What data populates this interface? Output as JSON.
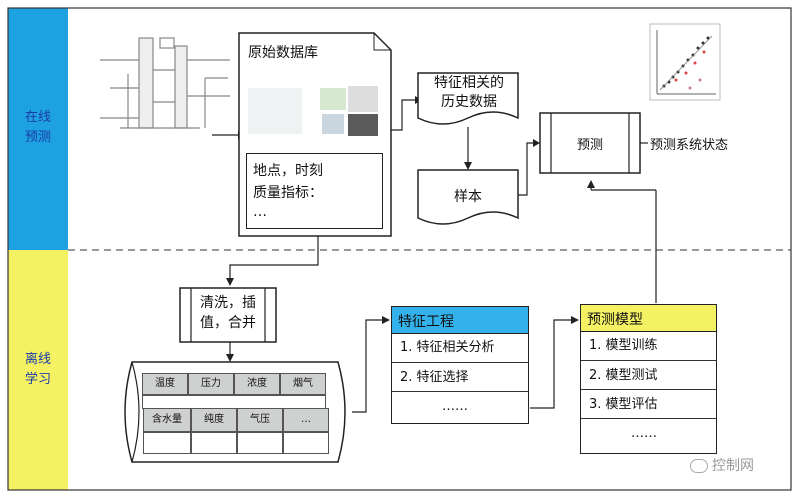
{
  "side": {
    "online": "在线\n预测",
    "offline": "离线\n学习"
  },
  "db": {
    "title": "原始数据库",
    "body": [
      "地点，时刻",
      "质量指标：",
      "…"
    ]
  },
  "hist": {
    "label": "特征相关的\n历史数据"
  },
  "sample": {
    "label": "样本"
  },
  "predict": {
    "label": "预测"
  },
  "state": {
    "label": "预测系统状态"
  },
  "clean": {
    "label": "清洗，插\n值，合并"
  },
  "table": {
    "back": [
      "温度",
      "压力",
      "浓度",
      "烟气"
    ],
    "front": [
      "含水量",
      "纯度",
      "气压",
      "…"
    ]
  },
  "fe": {
    "title": "特征工程",
    "items": [
      "1. 特征相关分析",
      "2. 特征选择",
      "……"
    ]
  },
  "pm": {
    "title": "预测模型",
    "items": [
      "1. 模型训练",
      "2. 模型测试",
      "3. 模型评估",
      "……"
    ]
  },
  "watermark": "控制网",
  "colors": {
    "blue": "#1ea1e0",
    "yellow": "#f4f163",
    "fe_header": "#32b1eb",
    "pm_header": "#f4f163"
  }
}
